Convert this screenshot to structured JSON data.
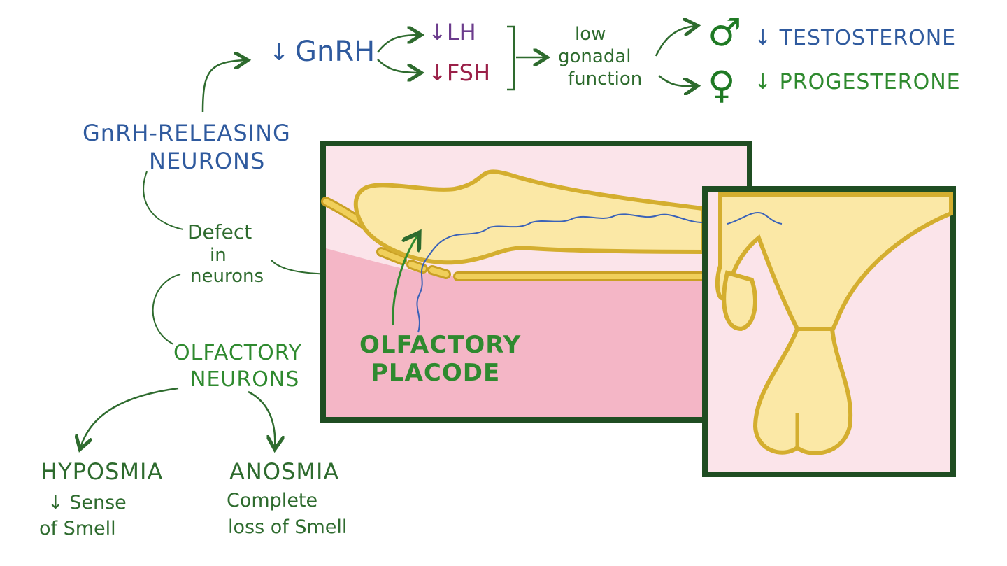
{
  "hormones": {
    "gnrh_arrow": "↓",
    "gnrh": "GnRH",
    "lh": "↓LH",
    "fsh": "↓FSH",
    "low_gonadal_line1": "low",
    "low_gonadal_line2": "gonadal",
    "low_gonadal_line3": "function",
    "male_symbol": "♂",
    "testosterone": "↓ TESTOSTERONE",
    "female_symbol": "♀",
    "progesterone": "↓ PROGESTERONE"
  },
  "neurons": {
    "gnrh_releasing_line1": "GnRH-RELEASING",
    "gnrh_releasing_line2": "NEURONS",
    "defect_line1": "Defect",
    "defect_line2": "in",
    "defect_line3": "neurons",
    "olfactory_line1": "OLFACTORY",
    "olfactory_line2": "NEURONS"
  },
  "outcomes": {
    "hyposmia_title": "HYPOSMIA",
    "hyposmia_desc_line1": "↓ Sense",
    "hyposmia_desc_line2": "of Smell",
    "anosmia_title": "ANOSMIA",
    "anosmia_desc_line1": "Complete",
    "anosmia_desc_line2": "loss of Smell"
  },
  "illustration": {
    "placode_line1": "OLFACTORY",
    "placode_line2": "PLACODE"
  },
  "colors": {
    "blue": "#2f5a9e",
    "green": "#2f8a2f",
    "dark_green": "#1f4d22",
    "pink": "#f4b6c6",
    "light_pink": "#fbe4ea",
    "yellow": "#fbe8a6",
    "gold": "#d4ae2f"
  }
}
